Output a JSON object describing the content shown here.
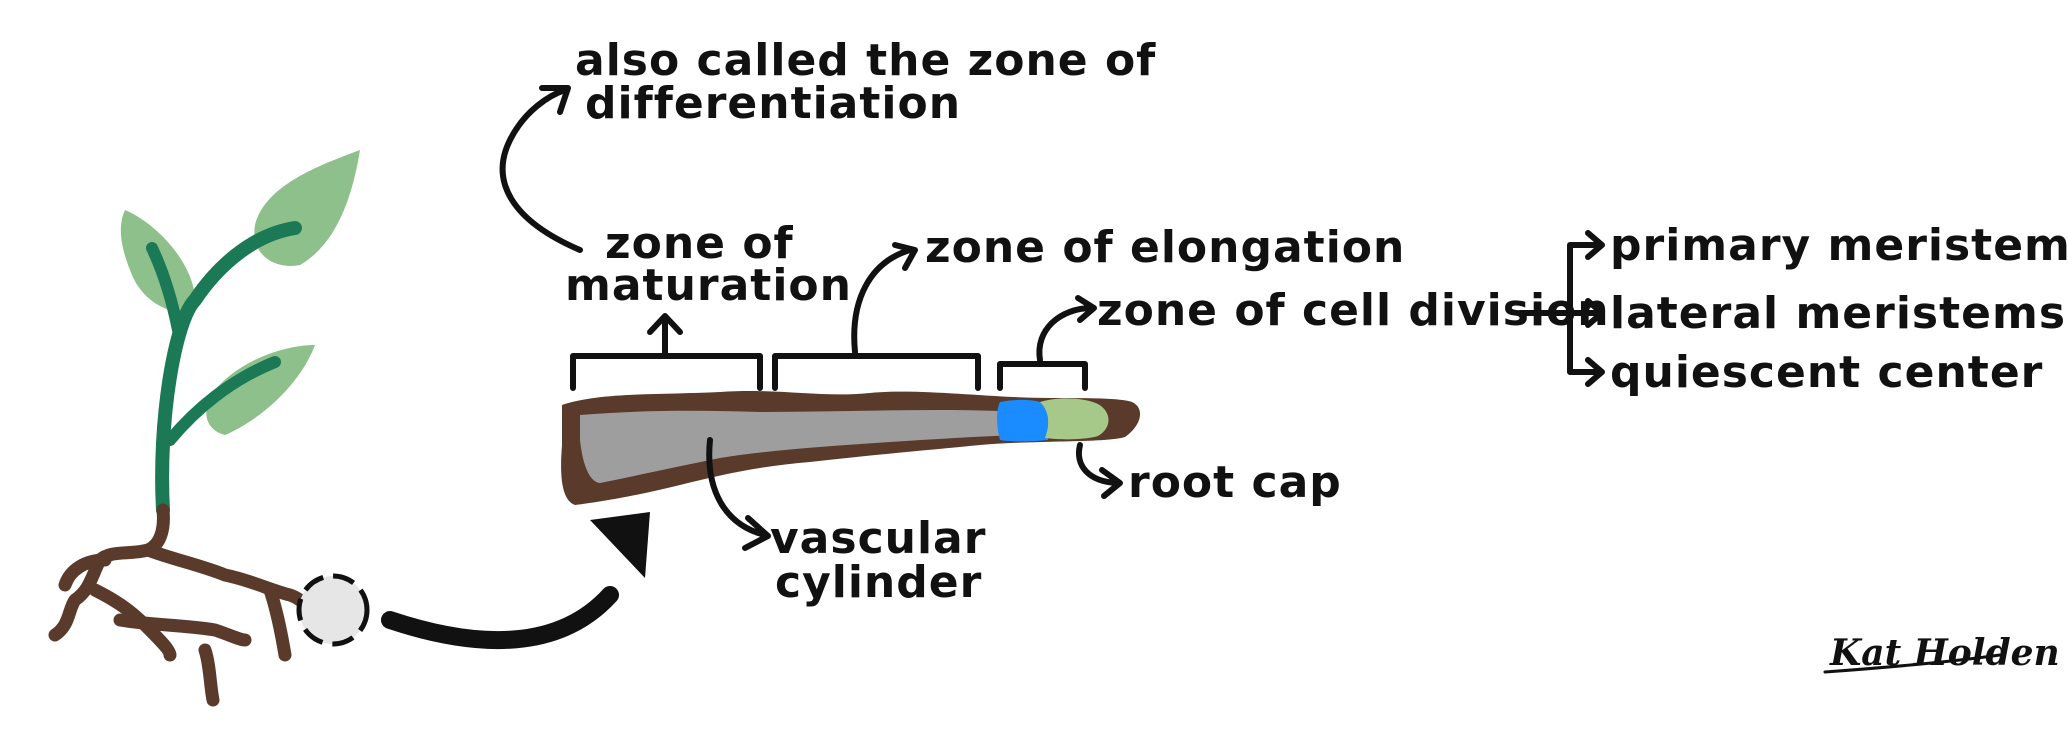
{
  "labels": {
    "maturation_note_line1": "also called the zone of",
    "maturation_note_line2": "differentiation",
    "zone_maturation_line1": "zone of",
    "zone_maturation_line2": "maturation",
    "zone_elongation": "zone of elongation",
    "zone_cell_division": "zone of cell division",
    "vascular_line1": "vascular",
    "vascular_line2": "cylinder",
    "root_cap": "root cap",
    "primary_meristems": "primary meristems",
    "lateral_meristems": "lateral meristems",
    "quiescent_center": "quiescent center"
  },
  "signature": "Kat Holden",
  "colors": {
    "ink": "#111111",
    "stem": "#1b7a55",
    "leaf": "#8ec08c",
    "root_brown": "#5a3a2a",
    "vascular_gray": "#9e9e9e",
    "meristem_blue": "#1a8cff",
    "root_cap_green": "#a6c98a",
    "zoom_circle": "#e6e6e6"
  }
}
